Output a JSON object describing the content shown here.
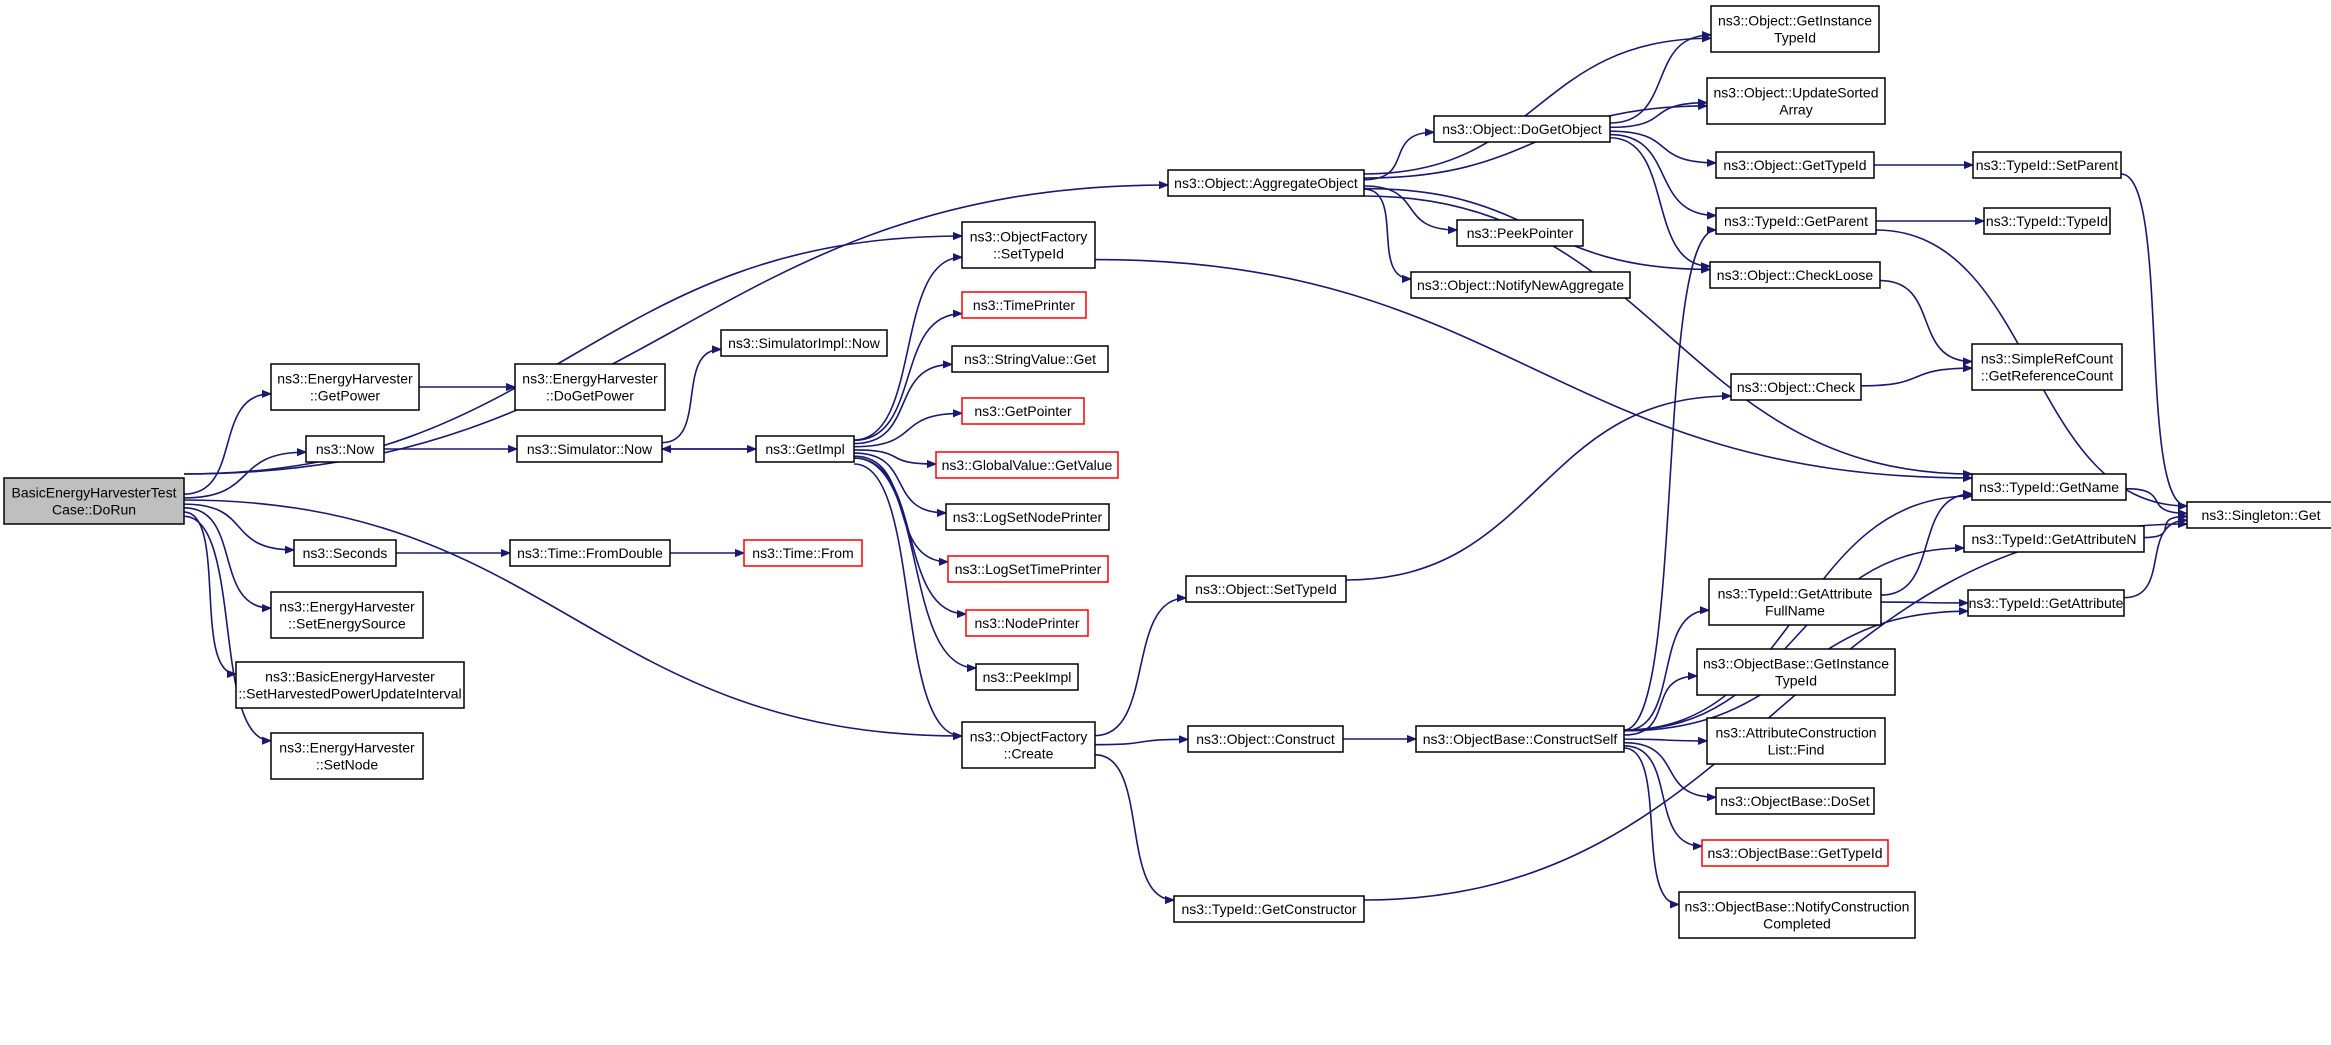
{
  "graph": {
    "nodes": [
      {
        "id": "root",
        "lines": [
          "BasicEnergyHarvesterTest",
          "Case::DoRun"
        ],
        "root": true
      },
      {
        "id": "getpower",
        "lines": [
          "ns3::EnergyHarvester",
          "::GetPower"
        ]
      },
      {
        "id": "dogetpower",
        "lines": [
          "ns3::EnergyHarvester",
          "::DoGetPower"
        ]
      },
      {
        "id": "now",
        "lines": [
          "ns3::Now"
        ]
      },
      {
        "id": "simnow",
        "lines": [
          "ns3::Simulator::Now"
        ]
      },
      {
        "id": "simimplnow",
        "lines": [
          "ns3::SimulatorImpl::Now"
        ]
      },
      {
        "id": "getimpl",
        "lines": [
          "ns3::GetImpl"
        ]
      },
      {
        "id": "seconds",
        "lines": [
          "ns3::Seconds"
        ]
      },
      {
        "id": "fromdouble",
        "lines": [
          "ns3::Time::FromDouble"
        ]
      },
      {
        "id": "timefrom",
        "lines": [
          "ns3::Time::From"
        ],
        "red": true
      },
      {
        "id": "setenergysource",
        "lines": [
          "ns3::EnergyHarvester",
          "::SetEnergySource"
        ]
      },
      {
        "id": "setinterval",
        "lines": [
          "ns3::BasicEnergyHarvester",
          "::SetHarvestedPowerUpdateInterval"
        ]
      },
      {
        "id": "setnode",
        "lines": [
          "ns3::EnergyHarvester",
          "::SetNode"
        ]
      },
      {
        "id": "ofsettypeid",
        "lines": [
          "ns3::ObjectFactory",
          "::SetTypeId"
        ]
      },
      {
        "id": "timeprinter",
        "lines": [
          "ns3::TimePrinter"
        ],
        "red": true
      },
      {
        "id": "stringget",
        "lines": [
          "ns3::StringValue::Get"
        ]
      },
      {
        "id": "getpointer",
        "lines": [
          "ns3::GetPointer"
        ],
        "red": true
      },
      {
        "id": "gvgetvalue",
        "lines": [
          "ns3::GlobalValue::GetValue"
        ],
        "red": true
      },
      {
        "id": "logsetnode",
        "lines": [
          "ns3::LogSetNodePrinter"
        ]
      },
      {
        "id": "logsettime",
        "lines": [
          "ns3::LogSetTimePrinter"
        ],
        "red": true
      },
      {
        "id": "nodeprinter",
        "lines": [
          "ns3::NodePrinter"
        ],
        "red": true
      },
      {
        "id": "peekimpl",
        "lines": [
          "ns3::PeekImpl"
        ]
      },
      {
        "id": "ofcreate",
        "lines": [
          "ns3::ObjectFactory",
          "::Create"
        ]
      },
      {
        "id": "aggregate",
        "lines": [
          "ns3::Object::AggregateObject"
        ]
      },
      {
        "id": "dogetobject",
        "lines": [
          "ns3::Object::DoGetObject"
        ]
      },
      {
        "id": "peekpointer",
        "lines": [
          "ns3::PeekPointer"
        ]
      },
      {
        "id": "notifynew",
        "lines": [
          "ns3::Object::NotifyNewAggregate"
        ]
      },
      {
        "id": "objsettypeid",
        "lines": [
          "ns3::Object::SetTypeId"
        ]
      },
      {
        "id": "objconstruct",
        "lines": [
          "ns3::Object::Construct"
        ]
      },
      {
        "id": "getconstructor",
        "lines": [
          "ns3::TypeId::GetConstructor"
        ]
      },
      {
        "id": "getinstancetypeid",
        "lines": [
          "ns3::Object::GetInstance",
          "TypeId"
        ]
      },
      {
        "id": "updatesorted",
        "lines": [
          "ns3::Object::UpdateSorted",
          "Array"
        ]
      },
      {
        "id": "objgettypeid",
        "lines": [
          "ns3::Object::GetTypeId"
        ]
      },
      {
        "id": "tidgetparent",
        "lines": [
          "ns3::TypeId::GetParent"
        ]
      },
      {
        "id": "checkloose",
        "lines": [
          "ns3::Object::CheckLoose"
        ]
      },
      {
        "id": "objcheck",
        "lines": [
          "ns3::Object::Check"
        ]
      },
      {
        "id": "constructself",
        "lines": [
          "ns3::ObjectBase::ConstructSelf"
        ]
      },
      {
        "id": "getattrfullname",
        "lines": [
          "ns3::TypeId::GetAttribute",
          "FullName"
        ]
      },
      {
        "id": "obgetinstance",
        "lines": [
          "ns3::ObjectBase::GetInstance",
          "TypeId"
        ]
      },
      {
        "id": "acfind",
        "lines": [
          "ns3::AttributeConstruction",
          "List::Find"
        ]
      },
      {
        "id": "doset",
        "lines": [
          "ns3::ObjectBase::DoSet"
        ]
      },
      {
        "id": "obgettypeid",
        "lines": [
          "ns3::ObjectBase::GetTypeId"
        ],
        "red": true
      },
      {
        "id": "notifyconstruction",
        "lines": [
          "ns3::ObjectBase::NotifyConstruction",
          "Completed"
        ]
      },
      {
        "id": "tidsetparent",
        "lines": [
          "ns3::TypeId::SetParent"
        ]
      },
      {
        "id": "tidtypeid",
        "lines": [
          "ns3::TypeId::TypeId"
        ]
      },
      {
        "id": "getrefcount",
        "lines": [
          "ns3::SimpleRefCount",
          "::GetReferenceCount"
        ]
      },
      {
        "id": "getname",
        "lines": [
          "ns3::TypeId::GetName"
        ]
      },
      {
        "id": "getattributen",
        "lines": [
          "ns3::TypeId::GetAttributeN"
        ]
      },
      {
        "id": "getattribute",
        "lines": [
          "ns3::TypeId::GetAttribute"
        ]
      },
      {
        "id": "singletonget",
        "lines": [
          "ns3::Singleton::Get"
        ]
      }
    ],
    "edges": [
      [
        "root",
        "aggregate"
      ],
      [
        "root",
        "ofsettypeid"
      ],
      [
        "root",
        "getpower"
      ],
      [
        "root",
        "now"
      ],
      [
        "root",
        "ofcreate"
      ],
      [
        "root",
        "seconds"
      ],
      [
        "root",
        "setenergysource"
      ],
      [
        "root",
        "setinterval"
      ],
      [
        "root",
        "setnode"
      ],
      [
        "getpower",
        "dogetpower"
      ],
      [
        "now",
        "simnow"
      ],
      [
        "simnow",
        "simimplnow"
      ],
      [
        "simnow",
        "getimpl"
      ],
      [
        "getimpl",
        "simnow"
      ],
      [
        "getimpl",
        "ofsettypeid"
      ],
      [
        "getimpl",
        "timeprinter"
      ],
      [
        "getimpl",
        "stringget"
      ],
      [
        "getimpl",
        "getpointer"
      ],
      [
        "getimpl",
        "gvgetvalue"
      ],
      [
        "getimpl",
        "logsetnode"
      ],
      [
        "getimpl",
        "logsettime"
      ],
      [
        "getimpl",
        "nodeprinter"
      ],
      [
        "getimpl",
        "peekimpl"
      ],
      [
        "getimpl",
        "ofcreate"
      ],
      [
        "seconds",
        "fromdouble"
      ],
      [
        "fromdouble",
        "timefrom"
      ],
      [
        "ofsettypeid",
        "getname"
      ],
      [
        "ofcreate",
        "objconstruct"
      ],
      [
        "ofcreate",
        "objsettypeid"
      ],
      [
        "ofcreate",
        "getconstructor"
      ],
      [
        "aggregate",
        "getinstancetypeid"
      ],
      [
        "aggregate",
        "updatesorted"
      ],
      [
        "aggregate",
        "dogetobject"
      ],
      [
        "aggregate",
        "peekpointer"
      ],
      [
        "aggregate",
        "notifynew"
      ],
      [
        "aggregate",
        "checkloose"
      ],
      [
        "aggregate",
        "getname"
      ],
      [
        "dogetobject",
        "getinstancetypeid"
      ],
      [
        "dogetobject",
        "updatesorted"
      ],
      [
        "dogetobject",
        "objgettypeid"
      ],
      [
        "dogetobject",
        "tidgetparent"
      ],
      [
        "dogetobject",
        "checkloose"
      ],
      [
        "objgettypeid",
        "tidsetparent"
      ],
      [
        "tidgetparent",
        "tidtypeid"
      ],
      [
        "tidgetparent",
        "singletonget"
      ],
      [
        "checkloose",
        "getrefcount"
      ],
      [
        "objsettypeid",
        "objcheck"
      ],
      [
        "objcheck",
        "getrefcount"
      ],
      [
        "objconstruct",
        "constructself"
      ],
      [
        "constructself",
        "tidgetparent"
      ],
      [
        "constructself",
        "getname"
      ],
      [
        "constructself",
        "getattributen"
      ],
      [
        "constructself",
        "getattrfullname"
      ],
      [
        "constructself",
        "obgetinstance"
      ],
      [
        "constructself",
        "acfind"
      ],
      [
        "constructself",
        "doset"
      ],
      [
        "constructself",
        "obgettypeid"
      ],
      [
        "constructself",
        "notifyconstruction"
      ],
      [
        "constructself",
        "getattribute"
      ],
      [
        "getattrfullname",
        "getname"
      ],
      [
        "getattrfullname",
        "getattribute"
      ],
      [
        "getname",
        "singletonget"
      ],
      [
        "getattributen",
        "singletonget"
      ],
      [
        "getattribute",
        "singletonget"
      ],
      [
        "tidsetparent",
        "singletonget"
      ],
      [
        "getconstructor",
        "singletonget"
      ]
    ]
  }
}
